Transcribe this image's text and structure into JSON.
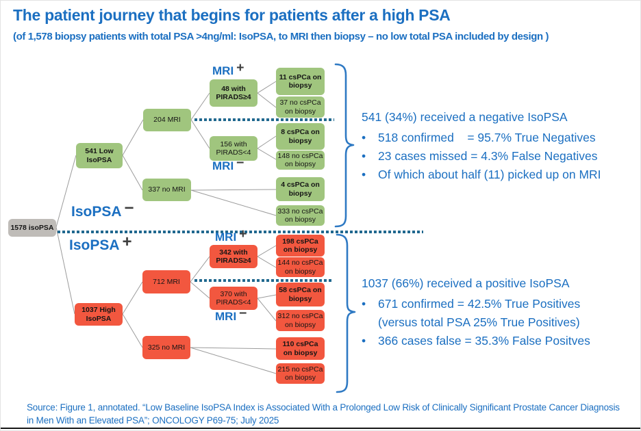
{
  "slide": {
    "title": "The patient journey that begins for patients after a high PSA",
    "subtitle": "(of 1,578 biopsy patients with total PSA >4ng/ml: IsoPSA, to MRI then biopsy – no low total PSA included by design )"
  },
  "colors": {
    "accent-blue": "#1B6FC1",
    "green": "#A0C57E",
    "red": "#F2573F",
    "gray": "#BFBCB8",
    "dotted": "#20688F",
    "brace": "#2E79C3",
    "sign-dark": "#3F3F3F"
  },
  "nodes": {
    "root": {
      "label": "1578 isoPSA"
    },
    "low_iso": {
      "label": "541 Low\nIsoPSA"
    },
    "mri_204": {
      "label": "204 MRI"
    },
    "no_mri_337": {
      "label": "337 no MRI"
    },
    "pirads_ge4_48": {
      "label": "48 with\nPIRADS≥4"
    },
    "pirads_lt4_156": {
      "label": "156 with\nPIRADS<4"
    },
    "cspca_11": {
      "label": "11 csPCa on\nbiopsy"
    },
    "no_cspca_37": {
      "label": "37 no csPCa\non biopsy"
    },
    "cspca_8": {
      "label": "8 csPCa on\nbiopsy"
    },
    "no_cspca_148": {
      "label": "148 no csPCa\non biopsy"
    },
    "cspca_4": {
      "label": "4 csPCa on\nbiopsy"
    },
    "no_cspca_333": {
      "label": "333 no csPCa\non biopsy"
    },
    "high_iso": {
      "label": "1037 High\nIsoPSA"
    },
    "mri_712": {
      "label": "712 MRI"
    },
    "no_mri_325": {
      "label": "325 no MRI"
    },
    "pirads_ge4_342": {
      "label": "342 with\nPIRADS≥4"
    },
    "pirads_lt4_370": {
      "label": "370 with\nPIRADS<4"
    },
    "cspca_198": {
      "label": "198 csPCa\non biopsy"
    },
    "no_cspca_144": {
      "label": "144 no csPCa\non biopsy"
    },
    "cspca_58": {
      "label": "58 csPCa on\nbiopsy"
    },
    "no_cspca_312": {
      "label": "312 no csPCa\non biopsy"
    },
    "cspca_110": {
      "label": "110 csPCa\non biopsy"
    },
    "no_cspca_215": {
      "label": "215 no csPCa\non biopsy"
    }
  },
  "edge_labels": {
    "iso_neg": {
      "text": "IsoPSA",
      "sign": "−"
    },
    "iso_pos": {
      "text": "IsoPSA",
      "sign": "+"
    },
    "mri_pos_low": {
      "text": "MRI",
      "sign": "+"
    },
    "mri_neg_low": {
      "text": "MRI",
      "sign": "−"
    },
    "mri_pos_high": {
      "text": "MRI",
      "sign": "+"
    },
    "mri_neg_high": {
      "text": "MRI",
      "sign": "−"
    }
  },
  "annotations": {
    "negative": {
      "title": "541 (34%) received a negative IsoPSA",
      "bullets": [
        "518 confirmed    = 95.7% True Negatives",
        "23 cases missed = 4.3% False Negatives",
        "Of which about half (11) picked up on MRI"
      ]
    },
    "positive": {
      "title": "1037 (66%) received a positive IsoPSA",
      "bullets": [
        "671 confirmed = 42.5% True Positives\n(versus total PSA 25% True Positives)",
        "366 cases false = 35.3% False Positves"
      ]
    }
  },
  "footer": {
    "source": "Source: Figure 1, annotated. “Low Baseline IsoPSA Index is Associated With a Prolonged Low Risk of Clinically Significant Prostate Cancer Diagnosis\nin Men With an Elevated PSA”; ONCOLOGY P69-75; July 2025"
  }
}
